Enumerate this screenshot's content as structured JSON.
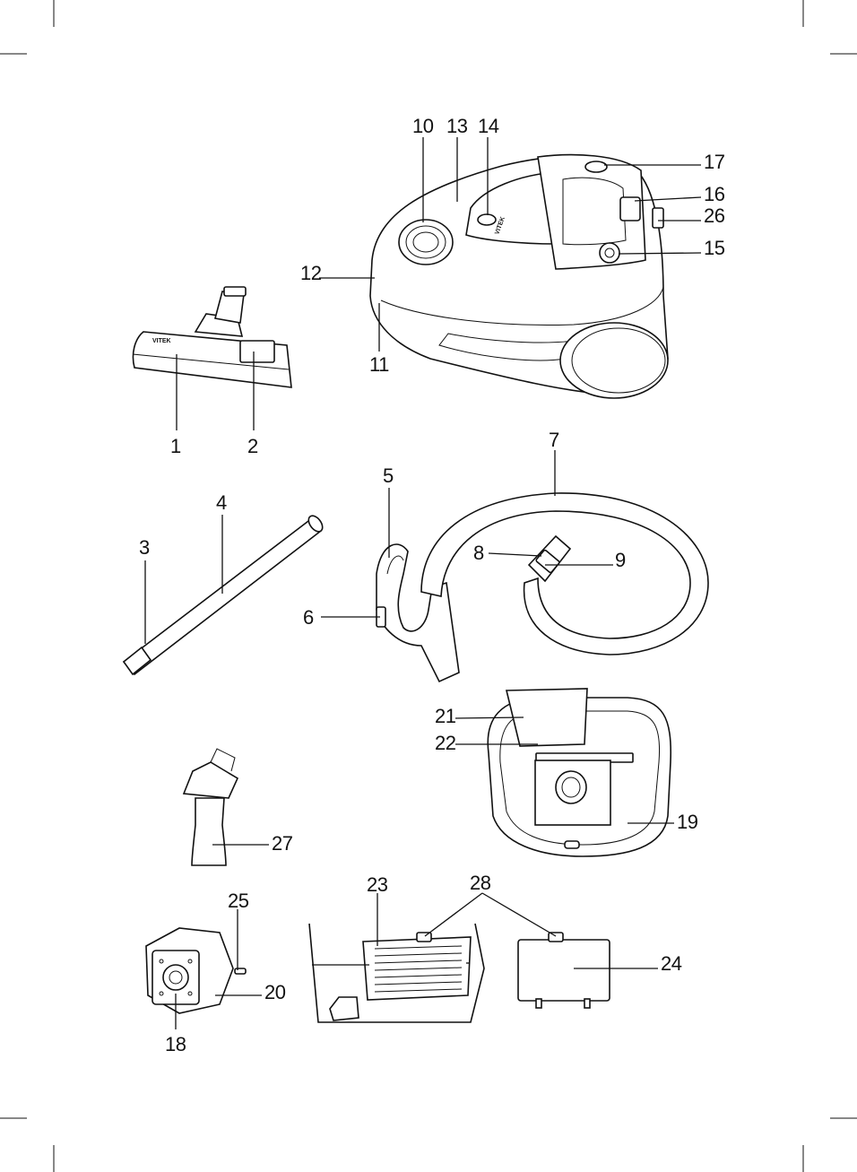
{
  "brand": "VITEK",
  "labels": {
    "l1": "1",
    "l2": "2",
    "l3": "3",
    "l4": "4",
    "l5": "5",
    "l6": "6",
    "l7": "7",
    "l8": "8",
    "l9": "9",
    "l10": "10",
    "l11": "11",
    "l12": "12",
    "l13": "13",
    "l14": "14",
    "l15": "15",
    "l16": "16",
    "l17": "17",
    "l18": "18",
    "l19": "19",
    "l20": "20",
    "l21": "21",
    "l22": "22",
    "l23": "23",
    "l24": "24",
    "l25": "25",
    "l26": "26",
    "l27": "27",
    "l28": "28"
  }
}
